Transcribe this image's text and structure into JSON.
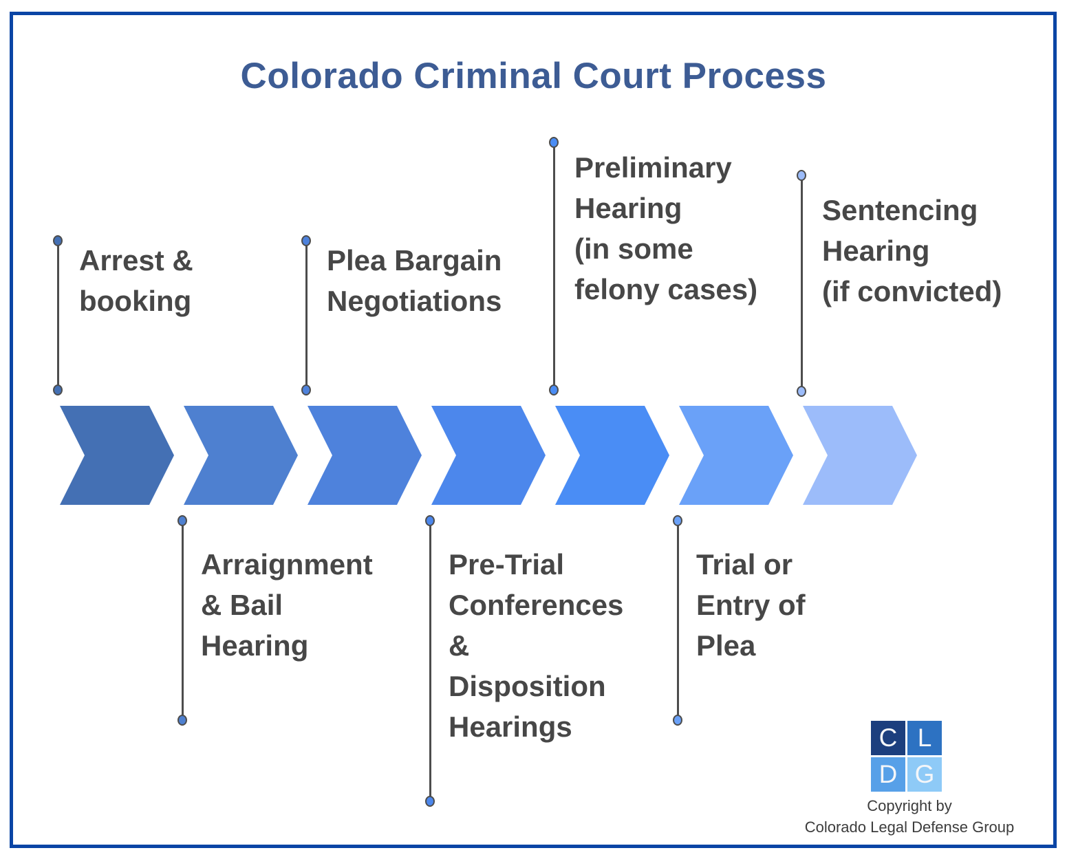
{
  "title": "Colorado Criminal Court Process",
  "steps": [
    {
      "label": "Arrest &\nbooking",
      "side": "top",
      "color": "#4470b4"
    },
    {
      "label": "Arraignment\n& Bail\nHearing",
      "side": "bottom",
      "color": "#4e80d0"
    },
    {
      "label": "Plea Bargain\nNegotiations",
      "side": "top",
      "color": "#4e82dc"
    },
    {
      "label": "Pre-Trial\nConferences\n&\nDisposition\nHearings",
      "side": "bottom",
      "color": "#4c87ec"
    },
    {
      "label": "Preliminary\nHearing\n(in some\nfelony cases)",
      "side": "top",
      "color": "#4a8df5"
    },
    {
      "label": "Trial or\nEntry of\nPlea",
      "side": "bottom",
      "color": "#6aa1f8"
    },
    {
      "label": "Sentencing\nHearing\n(if convicted)",
      "side": "top",
      "color": "#9cbcfa"
    }
  ],
  "logo": {
    "squares": [
      {
        "letter": "C",
        "color": "#1c3f7e"
      },
      {
        "letter": "L",
        "color": "#2d72c2"
      },
      {
        "letter": "D",
        "color": "#57a0e8"
      },
      {
        "letter": "G",
        "color": "#8ecaf7"
      }
    ]
  },
  "copyright": {
    "line1": "Copyright by",
    "line2": "Colorado Legal Defense Group"
  },
  "colors": {
    "border": "#0a45a5",
    "title": "#3d5c94",
    "label_text": "#474747",
    "connector": "#4d4d4d"
  }
}
